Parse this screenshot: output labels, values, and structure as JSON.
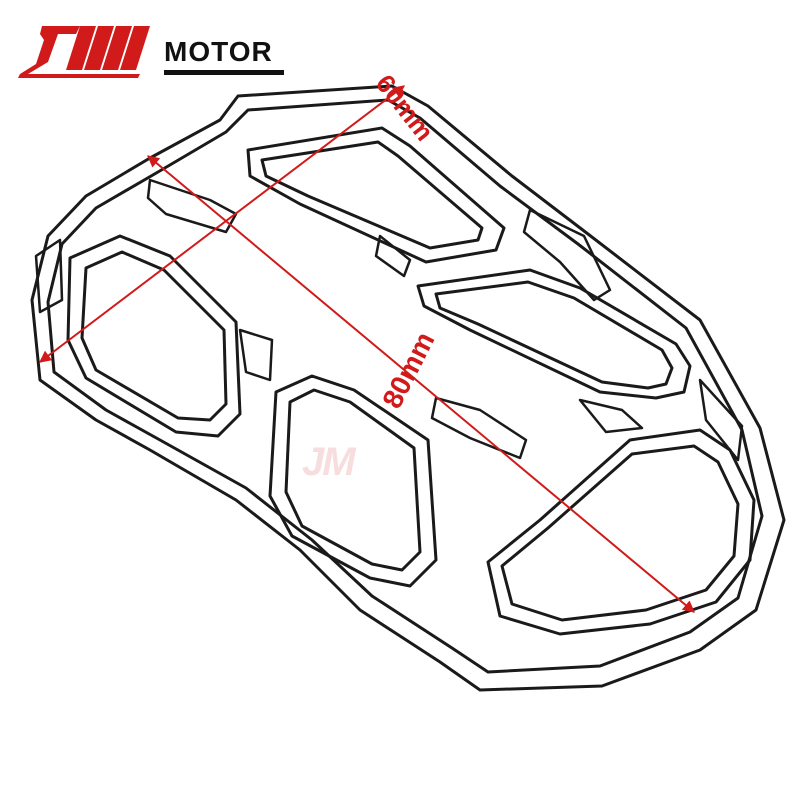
{
  "brand": {
    "mark_text": "JM",
    "name": "MOTOR",
    "accent_color": "#d11a1a",
    "text_color": "#111111"
  },
  "product": {
    "image_name": "motorcycle footpeg pad line drawing",
    "line_color": "#1a1a1a"
  },
  "dimensions": {
    "width_label": "60mm",
    "length_label": "80mm",
    "arrow_color": "#d11a1a"
  },
  "watermark": {
    "text": "JM",
    "color": "#f2c3c3"
  }
}
